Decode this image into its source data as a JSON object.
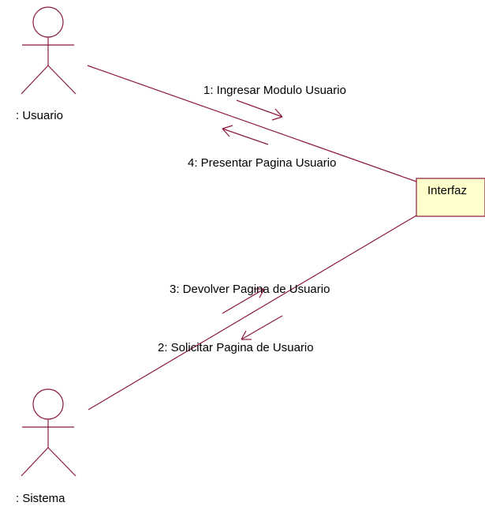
{
  "colors": {
    "line": "#8b1a3c",
    "object_fill": "#ffffcc",
    "background": "#ffffff",
    "text": "#000000"
  },
  "actors": {
    "usuario": {
      "label": ": Usuario"
    },
    "sistema": {
      "label": ": Sistema"
    }
  },
  "object": {
    "label": "Interfaz"
  },
  "messages": {
    "m1": {
      "label": "1: Ingresar Modulo Usuario"
    },
    "m2": {
      "label": "2: Solicitar Pagina de Usuario"
    },
    "m3": {
      "label": "3: Devolver Pagina  de Usuario"
    },
    "m4": {
      "label": "4: Presentar Pagina Usuario"
    }
  }
}
